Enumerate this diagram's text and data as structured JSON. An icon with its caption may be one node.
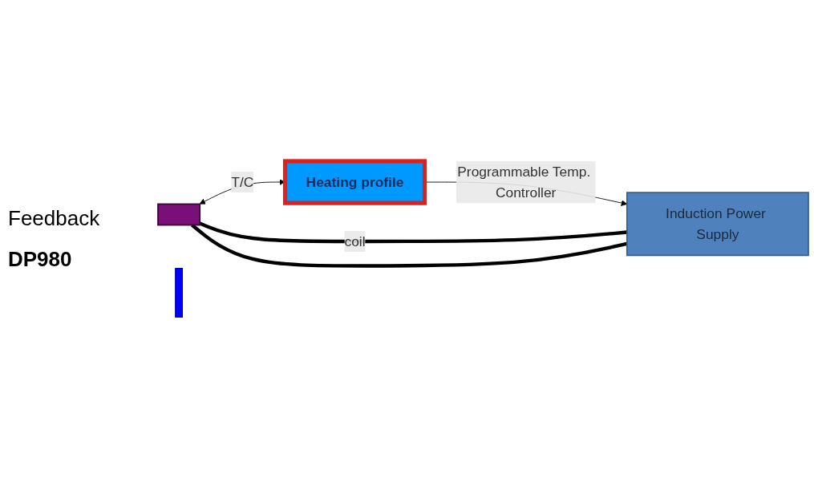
{
  "diagram": {
    "nodes": [
      {
        "text": [
          "Heating profile"
        ]
      },
      {
        "text": [
          "Induction Power Supply"
        ]
      },
      {
        "text": [],
        "shape": "box"
      },
      {
        "text": [],
        "shape": "bar"
      }
    ],
    "edges": [
      {
        "from": 0,
        "to": 1,
        "arrow": "to",
        "label": "Programmable Temp. Controller"
      },
      {
        "from": 2,
        "to": 0,
        "arrow": "both",
        "label": "T/C"
      },
      {
        "from": 2,
        "to": 1,
        "arrow": "none",
        "label": "coil",
        "style": "thick"
      },
      {
        "from": 2,
        "to": 1,
        "arrow": "none",
        "style": "thick"
      }
    ],
    "labels": [
      "Feedback",
      "DP980"
    ]
  }
}
